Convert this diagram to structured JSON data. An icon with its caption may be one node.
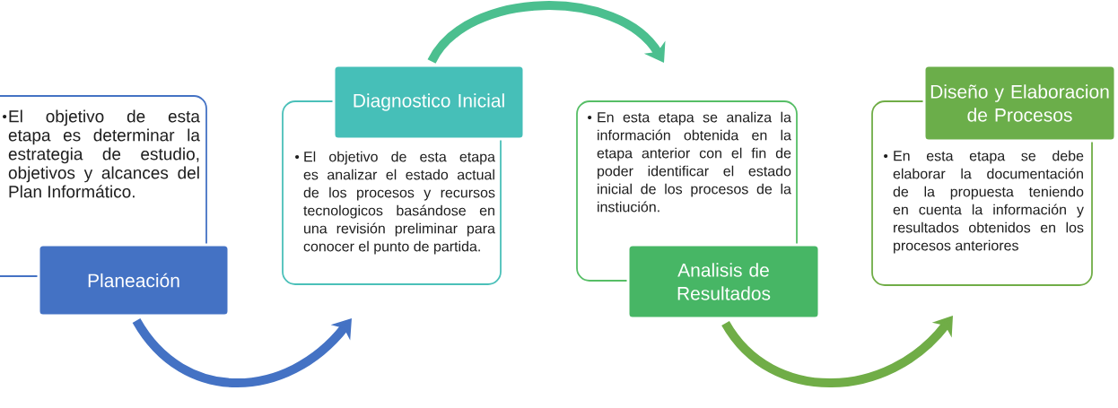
{
  "diagram": {
    "nodes": [
      {
        "text": [
          "El objetivo de esta etapa es determinar la estrategia de estudio, objetivos y alcances del Plan Informático."
        ]
      },
      {
        "text": [
          "Planeación"
        ]
      },
      {
        "text": [
          "Diagnostico Inicial"
        ]
      },
      {
        "text": [
          "El objetivo de esta etapa es analizar el estado actual de los procesos y recursos tecnologicos basándose en una revisión preliminar para conocer el punto de partida."
        ]
      },
      {
        "text": [
          "En esta etapa se analiza la información obtenida en la etapa anterior con el fin de poder identificar el estado inicial de los procesos de la instiución."
        ]
      },
      {
        "text": [
          "Analisis de Resultados"
        ]
      },
      {
        "text": [
          "Diseño y Elaboracion de Procesos"
        ]
      },
      {
        "text": [
          "En esta etapa se debe elaborar la documentación de la propuesta teniendo en cuenta la información y resultados obtenidos en los procesos anteriores"
        ]
      }
    ],
    "edges": [
      {
        "from": 1,
        "to": 3,
        "arrow": "to",
        "color": "#4472c4"
      },
      {
        "from": 2,
        "to": 4,
        "arrow": "to",
        "color": "#4bbf8f"
      },
      {
        "from": 5,
        "to": 7,
        "arrow": "to",
        "color": "#70ad47"
      }
    ]
  }
}
